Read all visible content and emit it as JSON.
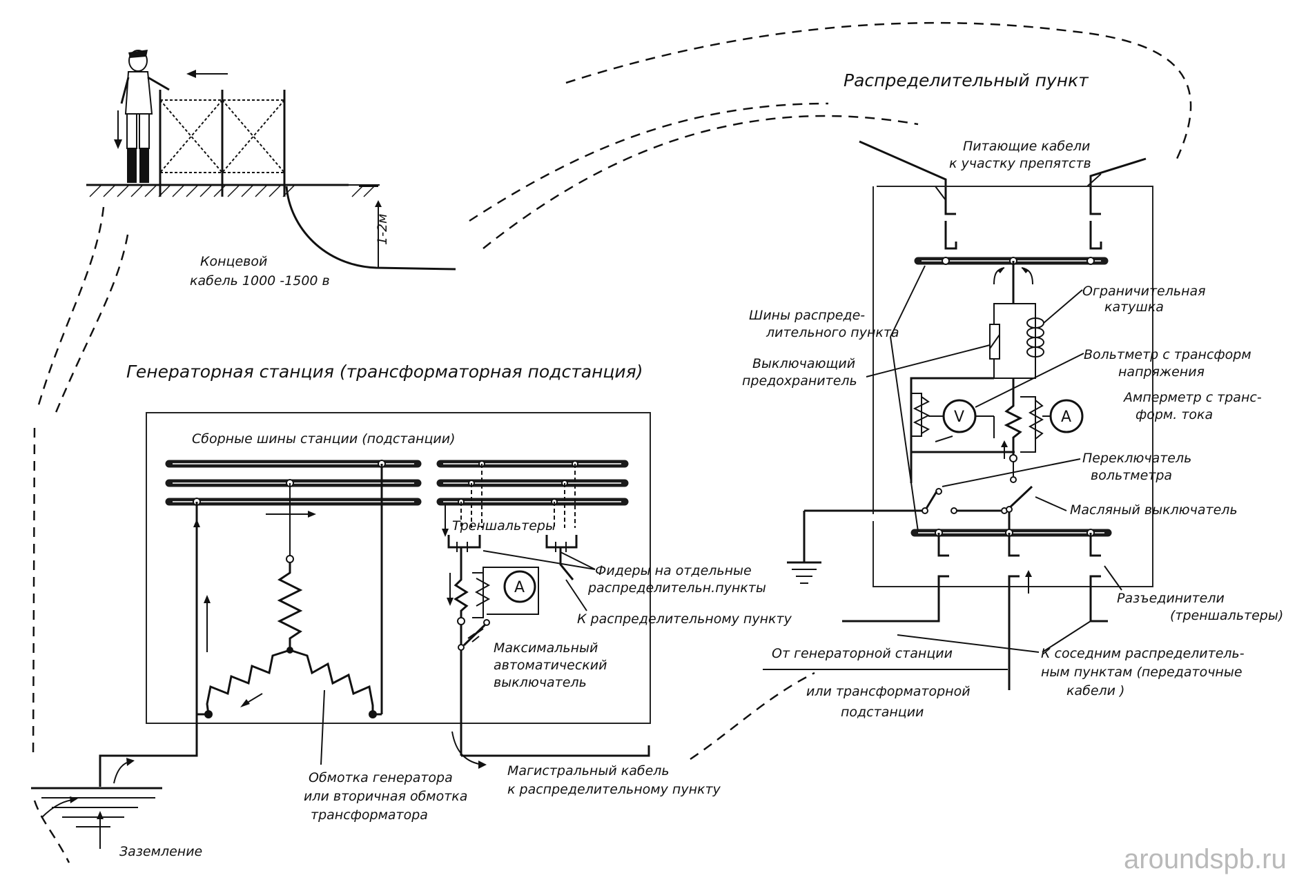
{
  "sections": {
    "distribution_point": "Распределительный пункт",
    "generator_station": "Генераторная станция (трансформаторная подстанция)"
  },
  "labels": {
    "end_cable_1": "Концевой",
    "end_cable_2": "кабель 1000 -1500 в",
    "depth": "1-2м",
    "feed_cables_1": "Питающие кабели",
    "feed_cables_2": "к участку препятств",
    "dp_buses_1": "Шины распреде-",
    "dp_buses_2": "лительного пункта",
    "limiting_coil_1": "Ограничительная",
    "limiting_coil_2": "катушка",
    "fuse_1": "Выключающий",
    "fuse_2": "предохранитель",
    "voltmeter_1": "Вольтметр с трансформ",
    "voltmeter_2": "напряжения",
    "ammeter_1": "Амперметр с транс-",
    "ammeter_2": "форм. тока",
    "volt_switch_1": "Переключатель",
    "volt_switch_2": "вольтметра",
    "oil_switch": "Масляный выключатель",
    "station_buses": "Сборные шины станции (подстанции)",
    "disconnectors_small": "Треншальтеры",
    "feeders_1": "Фидеры на отдельные",
    "feeders_2": "распределительн.пункты",
    "to_dp": "К распределительному пункту",
    "max_breaker_1": "Максимальный",
    "max_breaker_2": "автоматический",
    "max_breaker_3": "выключатель",
    "disconnectors_1": "Разъединители",
    "disconnectors_2": "(треншальтеры)",
    "from_station_1": "От генераторной станции",
    "from_station_2": "или трансформаторной",
    "from_station_3": "подстанции",
    "neighbor_1": "К соседним распределитель-",
    "neighbor_2": "ным пунктам (передаточные",
    "neighbor_3": "кабели )",
    "trunk_cable_1": "Магистральный кабель",
    "trunk_cable_2": "к распределительному пункту",
    "winding_1": "Обмотка генератора",
    "winding_2": "или вторичная обмотка",
    "winding_3": "трансформатора",
    "grounding": "Заземление"
  },
  "meters": {
    "voltmeter": "V",
    "ammeter": "A"
  },
  "watermark": "aroundspb.ru"
}
